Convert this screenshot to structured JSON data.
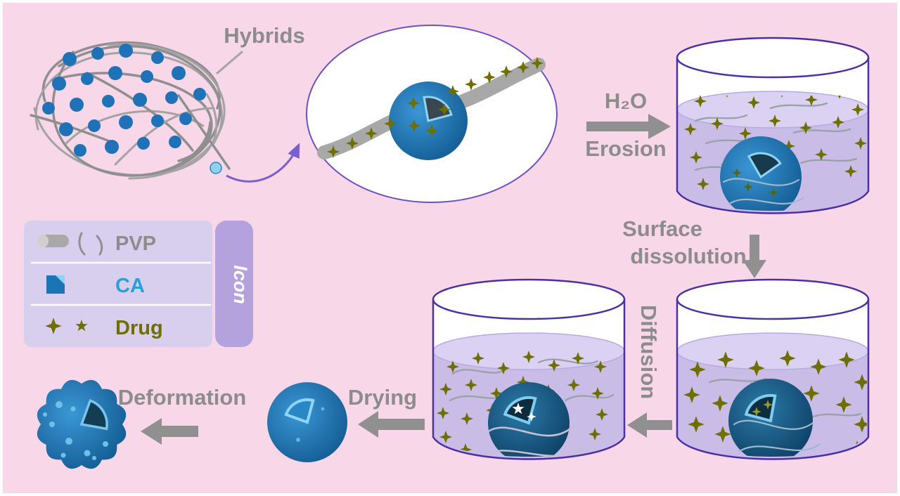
{
  "labels": {
    "hybrids": "Hybrids",
    "h2o": "H₂O",
    "erosion": "Erosion",
    "surface_line1": "Surface",
    "surface_line2": "dissolution",
    "diffusion": "Diffusion",
    "drying": "Drying",
    "deformation": "Deformation"
  },
  "legend": {
    "tab_label": "Icon",
    "items": [
      {
        "label": "PVP",
        "color": "#8c8c8c"
      },
      {
        "label": "CA",
        "color": "#2aa0d8"
      },
      {
        "label": "Drug",
        "color": "#6f6f00"
      }
    ]
  },
  "colors": {
    "background": "#f8d8e8",
    "label_gray": "#8c8c8c",
    "arrow_gray": "#909090",
    "fiber_gray": "#a3a3a3",
    "sphere_blue": "#1b74b4",
    "sphere_dark_blue": "#12476e",
    "core_dark": "#0e2f40",
    "core_rim_light_blue": "#7ecdf2",
    "star_olive": "#6f6f00",
    "beaker_outline": "#4b2fa3",
    "beaker_liquid": "#c9bde8",
    "liquid_surface": "#dbd2f3",
    "legend_box": "#d8cfef",
    "legend_tab": "#b3a2de",
    "zoom_arrow_purple": "#7a5fd0"
  }
}
